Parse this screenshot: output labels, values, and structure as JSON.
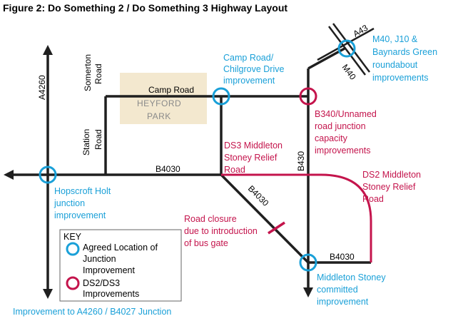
{
  "title": "Figure 2: Do Something 2 / Do Something 3 Highway Layout",
  "colors": {
    "blue": "#1aa0d8",
    "red": "#c4144c",
    "road": "#1f1f1f",
    "park_fill": "#f3e8cf",
    "park_text": "#8a8a8a"
  },
  "park": {
    "line1": "HEYFORD",
    "line2": "PARK"
  },
  "roads": {
    "a4260": "A4260",
    "somerton": [
      "Somerton",
      "Road"
    ],
    "station": [
      "Station",
      "Road"
    ],
    "camp_road": "Camp Road",
    "b4030_west": "B4030",
    "b4030_diag": "B4030",
    "b4030_east": "B4030",
    "b430": "B430",
    "a43": "A43",
    "m40": "M40"
  },
  "annotations": {
    "camp_chilgrove": [
      "Camp Road/",
      "Chilgrove Drive",
      "improvement"
    ],
    "m40_j10": [
      "M40, J10 &",
      "Baynards Green",
      "roundabout",
      "improvements"
    ],
    "b340": [
      "B340/Unnamed",
      "road junction",
      "capacity",
      "improvements"
    ],
    "ds3": [
      "DS3 Middleton",
      "Stoney Relief",
      "Road"
    ],
    "ds2": [
      "DS2 Middleton",
      "Stoney Relief",
      "Road"
    ],
    "hopscroft": [
      "Hopscroft Holt",
      "junction",
      "improvement"
    ],
    "road_closure": [
      "Road closure",
      "due to introduction",
      "of bus gate"
    ],
    "middleton": [
      "Middleton Stoney",
      "committed",
      "improvement"
    ]
  },
  "key": {
    "title": "KEY",
    "item1": [
      "Agreed Location of",
      "Junction",
      "Improvement"
    ],
    "item2": [
      "DS2/DS3",
      "Improvements"
    ]
  },
  "footer": "Improvement to A4260 / B4027 Junction"
}
